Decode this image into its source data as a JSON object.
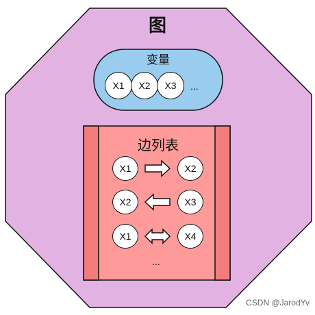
{
  "title": "图",
  "colors": {
    "graph_fill": "#e2b3e2",
    "vars_fill": "#99ccee",
    "edges_fill": "#ff9a9a",
    "edges_side": "#f37d7d",
    "outline": "#111111"
  },
  "variables": {
    "label": "变量",
    "nodes": [
      "X1",
      "X2",
      "X3"
    ],
    "more": "..."
  },
  "edge_list": {
    "label": "边列表",
    "edges": [
      {
        "from": "X1",
        "to": "X2",
        "direction": "right"
      },
      {
        "from": "X2",
        "to": "X3",
        "direction": "left"
      },
      {
        "from": "X1",
        "to": "X4",
        "direction": "both"
      }
    ],
    "more": "..."
  },
  "watermark": "CSDN @JarodYv"
}
